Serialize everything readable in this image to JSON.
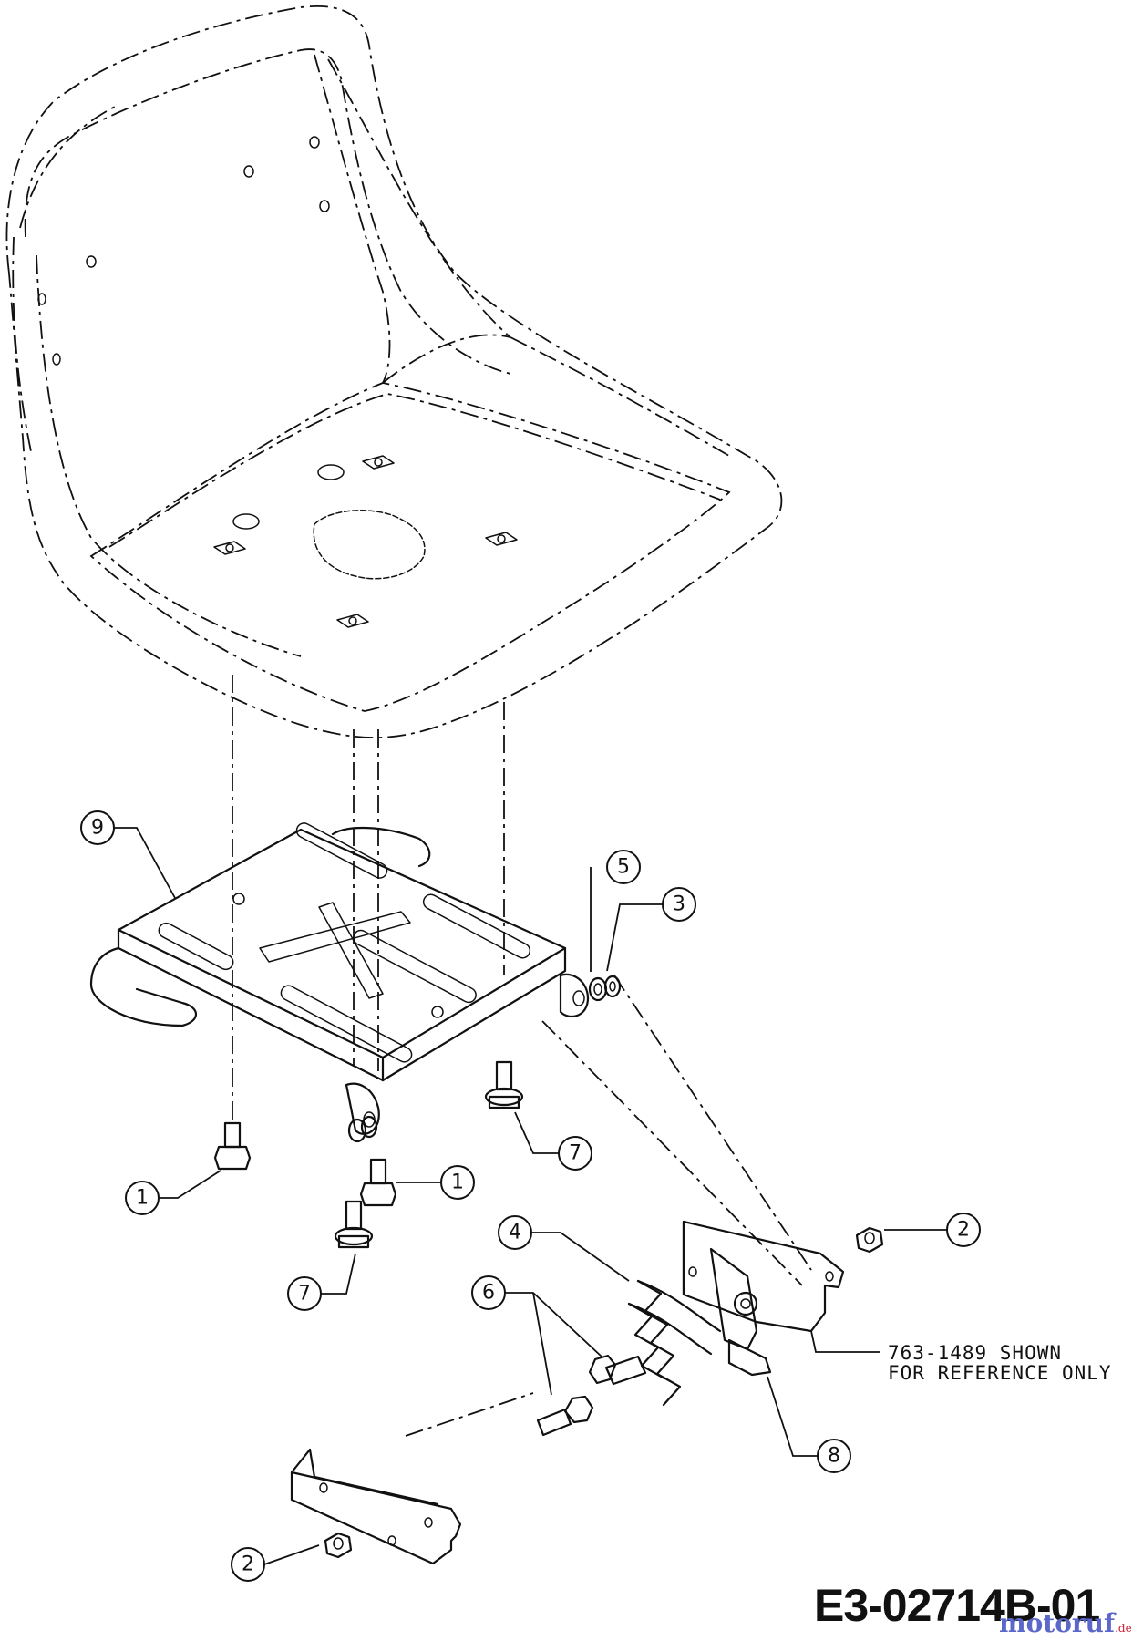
{
  "diagram": {
    "callouts": [
      {
        "label": "1"
      },
      {
        "label": "1"
      },
      {
        "label": "2"
      },
      {
        "label": "2"
      },
      {
        "label": "3"
      },
      {
        "label": "4"
      },
      {
        "label": "5"
      },
      {
        "label": "6"
      },
      {
        "label": "7"
      },
      {
        "label": "7"
      },
      {
        "label": "8"
      },
      {
        "label": "9"
      }
    ],
    "note_line1": "763-1489 SHOWN",
    "note_line2": "FOR REFERENCE ONLY",
    "drawing_code": "E3-02714B-01",
    "watermark": "motoruf",
    "watermark_suffix": ".de"
  }
}
